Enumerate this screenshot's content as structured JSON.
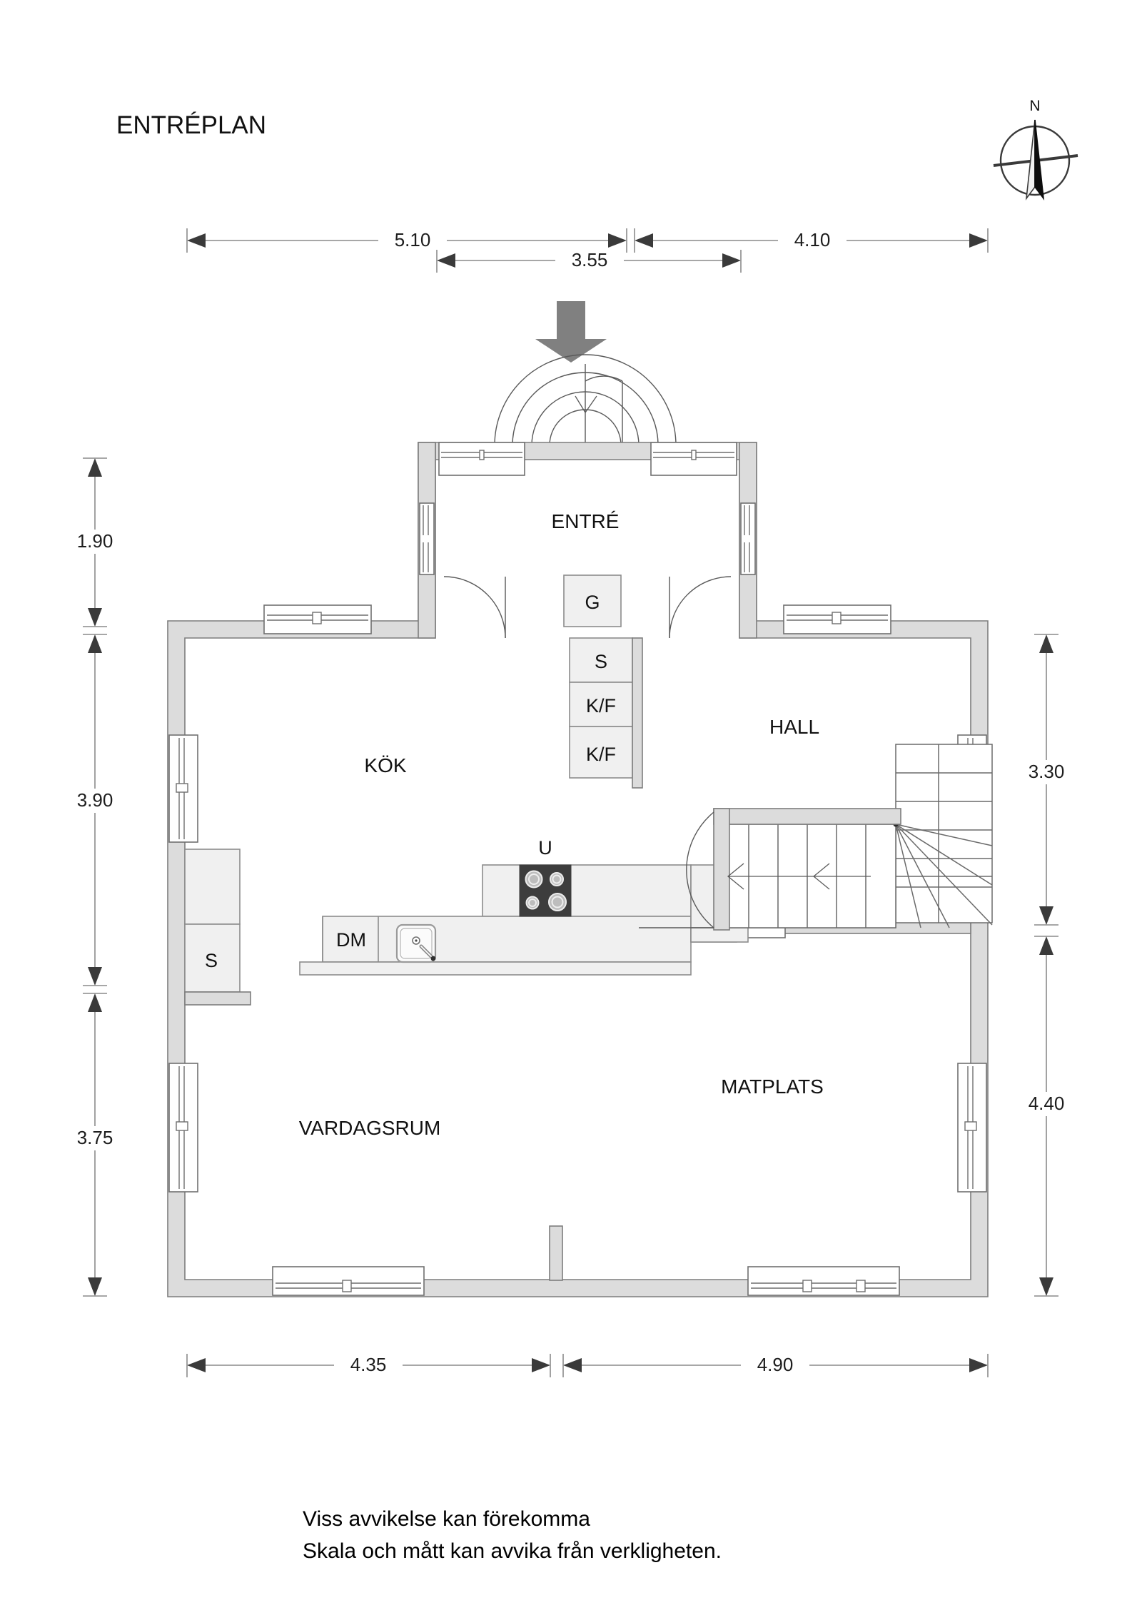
{
  "title": "ENTRÉPLAN",
  "compass": {
    "label": "N",
    "icon": "compass-rose-icon"
  },
  "rooms": [
    {
      "id": "entre",
      "label": "ENTRÉ"
    },
    {
      "id": "kok",
      "label": "KÖK"
    },
    {
      "id": "hall",
      "label": "HALL"
    },
    {
      "id": "vardagsrum",
      "label": "VARDAGSRUM"
    },
    {
      "id": "matplats",
      "label": "MATPLATS"
    }
  ],
  "fixtures": [
    {
      "id": "garderob",
      "label": "G"
    },
    {
      "id": "skafferi",
      "label": "S"
    },
    {
      "id": "kylfrys-1",
      "label": "K/F"
    },
    {
      "id": "kylfrys-2",
      "label": "K/F"
    },
    {
      "id": "ugn",
      "label": "U"
    },
    {
      "id": "diskmaskin",
      "label": "DM"
    },
    {
      "id": "stadskap",
      "label": "S"
    }
  ],
  "dimensions": {
    "top": [
      {
        "value": "5.10"
      },
      {
        "value": "3.55"
      },
      {
        "value": "4.10"
      }
    ],
    "left": [
      {
        "value": "1.90"
      },
      {
        "value": "3.90"
      },
      {
        "value": "3.75"
      }
    ],
    "right": [
      {
        "value": "3.30"
      },
      {
        "value": "4.40"
      }
    ],
    "bottom": [
      {
        "value": "4.35"
      },
      {
        "value": "4.90"
      }
    ]
  },
  "footer": {
    "line1": "Viss avvikelse kan förekomma",
    "line2": "Skala och mått kan avvika från verkligheten."
  },
  "colors": {
    "wall_fill": "#dcdcdc",
    "wall_stroke": "#7d7d7d",
    "cabinet_fill": "#f0f0f0",
    "dim_line": "#8a8a8a",
    "entry_arrow": "#808080",
    "hob": "#3d3d3d",
    "text": "#111111"
  }
}
